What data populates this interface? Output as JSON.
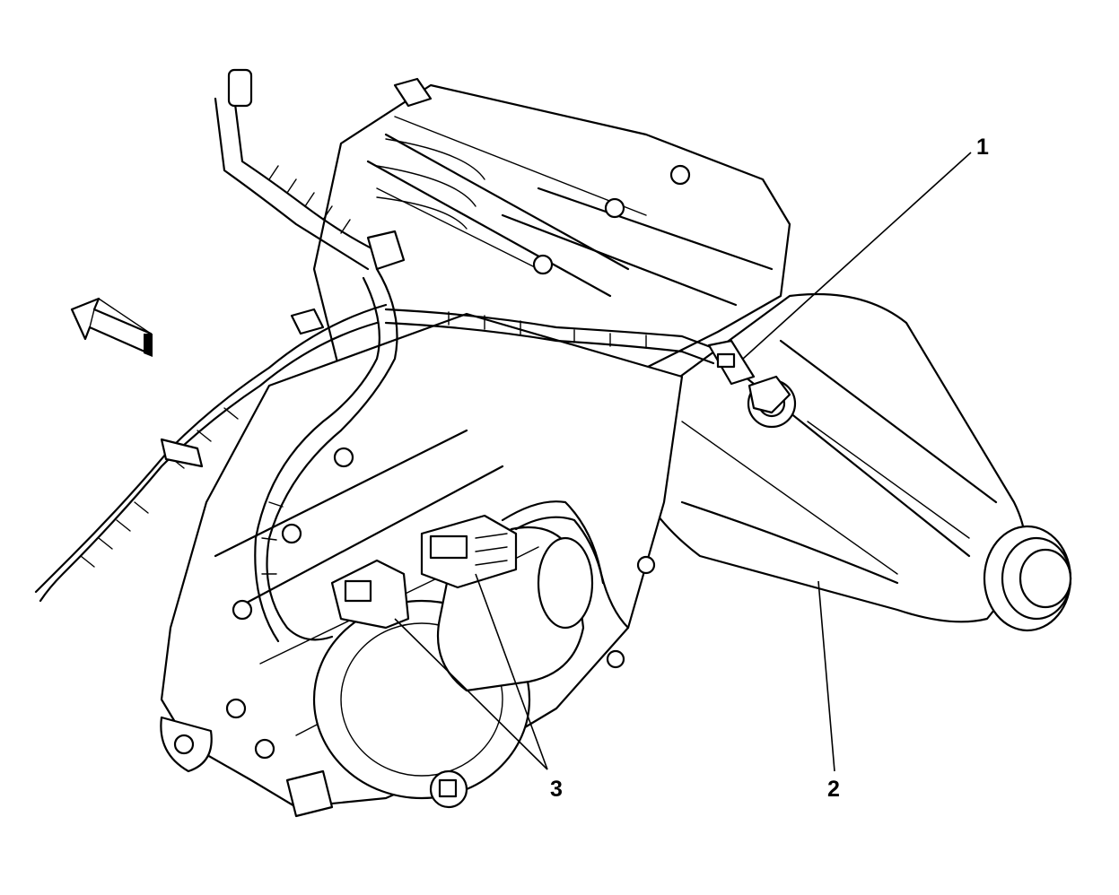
{
  "callouts": [
    {
      "id": "callout-1",
      "number": "1"
    },
    {
      "id": "callout-2",
      "number": "2"
    },
    {
      "id": "callout-3",
      "number": "3"
    }
  ],
  "icons": {
    "direction_arrow": "front-direction-arrow-icon"
  }
}
